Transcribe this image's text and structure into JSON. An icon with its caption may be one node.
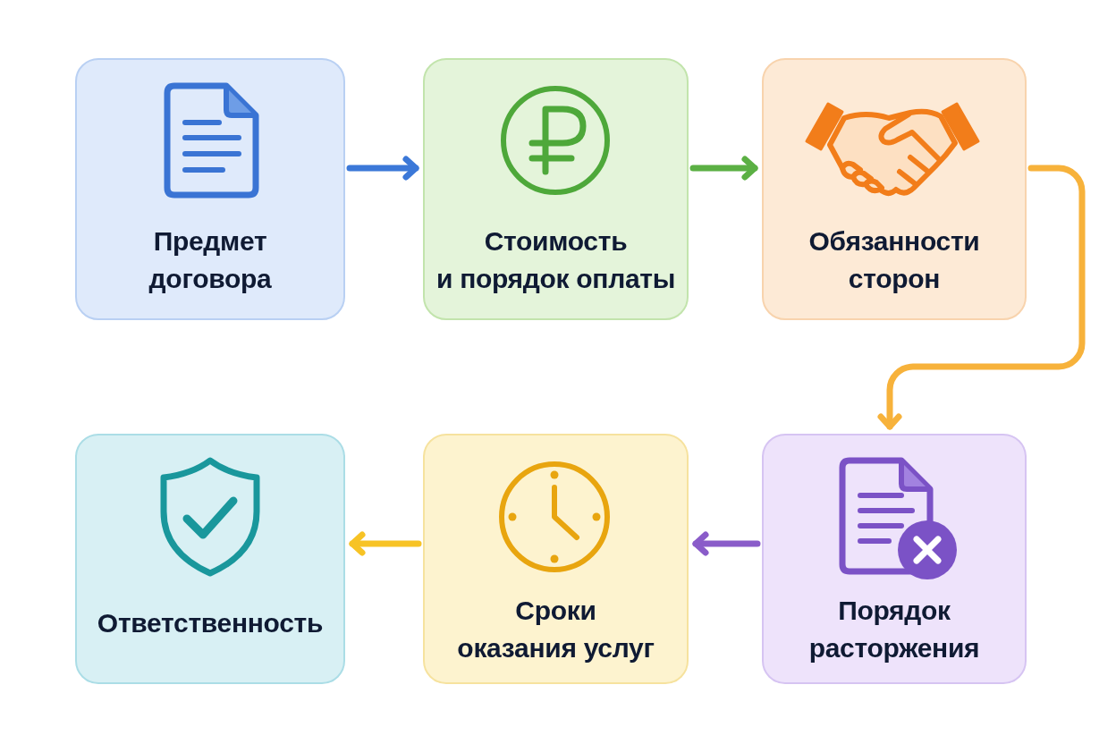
{
  "diagram": {
    "nodes": [
      {
        "text": [
          "Предмет договора"
        ]
      },
      {
        "text": [
          "Стоимость и порядок оплаты"
        ]
      },
      {
        "text": [
          "Обязанности сторон"
        ]
      },
      {
        "text": [
          "Порядок расторжения"
        ]
      },
      {
        "text": [
          "Сроки оказания услуг"
        ]
      },
      {
        "text": [
          "Ответственность"
        ]
      }
    ],
    "edges": [
      {
        "from": 0,
        "to": 1,
        "arrow": "to",
        "color": "#3b78d8"
      },
      {
        "from": 1,
        "to": 2,
        "arrow": "to",
        "color": "#5bb044"
      },
      {
        "from": 2,
        "to": 3,
        "arrow": "to",
        "color": "#f7b23b"
      },
      {
        "from": 3,
        "to": 4,
        "arrow": "to",
        "color": "#8a5cc9"
      },
      {
        "from": 4,
        "to": 5,
        "arrow": "to",
        "color": "#f7c325"
      }
    ]
  }
}
